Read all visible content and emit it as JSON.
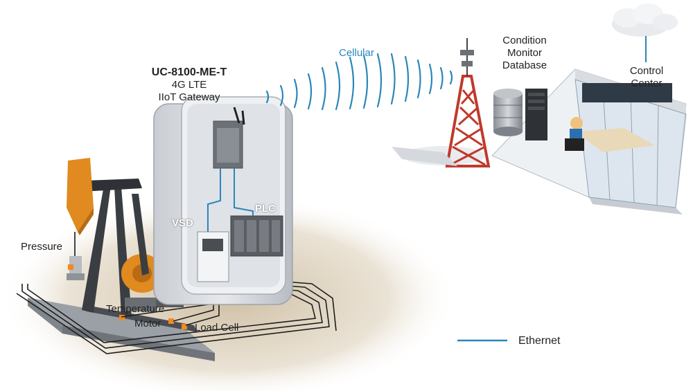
{
  "gateway": {
    "model": "UC-8100-ME-T",
    "line2": "4G LTE",
    "line3": "IIoT Gateway"
  },
  "link": {
    "wireless": "Cellular"
  },
  "database": {
    "line1": "Condition",
    "line2": "Monitor",
    "line3": "Database"
  },
  "control": {
    "line1": "Control",
    "line2": "Center"
  },
  "cabinet": {
    "vsd": "VSD",
    "plc": "PLC"
  },
  "sensors": {
    "pressure": "Pressure",
    "temperature": "Temperature",
    "motor": "Motor",
    "load_cell": "Load Cell"
  },
  "legend": {
    "ethernet": "Ethernet"
  },
  "colors": {
    "ethernet_line": "#2a86b8",
    "sensor": "#f08a24",
    "pump_head": "#e08a1f",
    "tower": "#c0392b"
  }
}
